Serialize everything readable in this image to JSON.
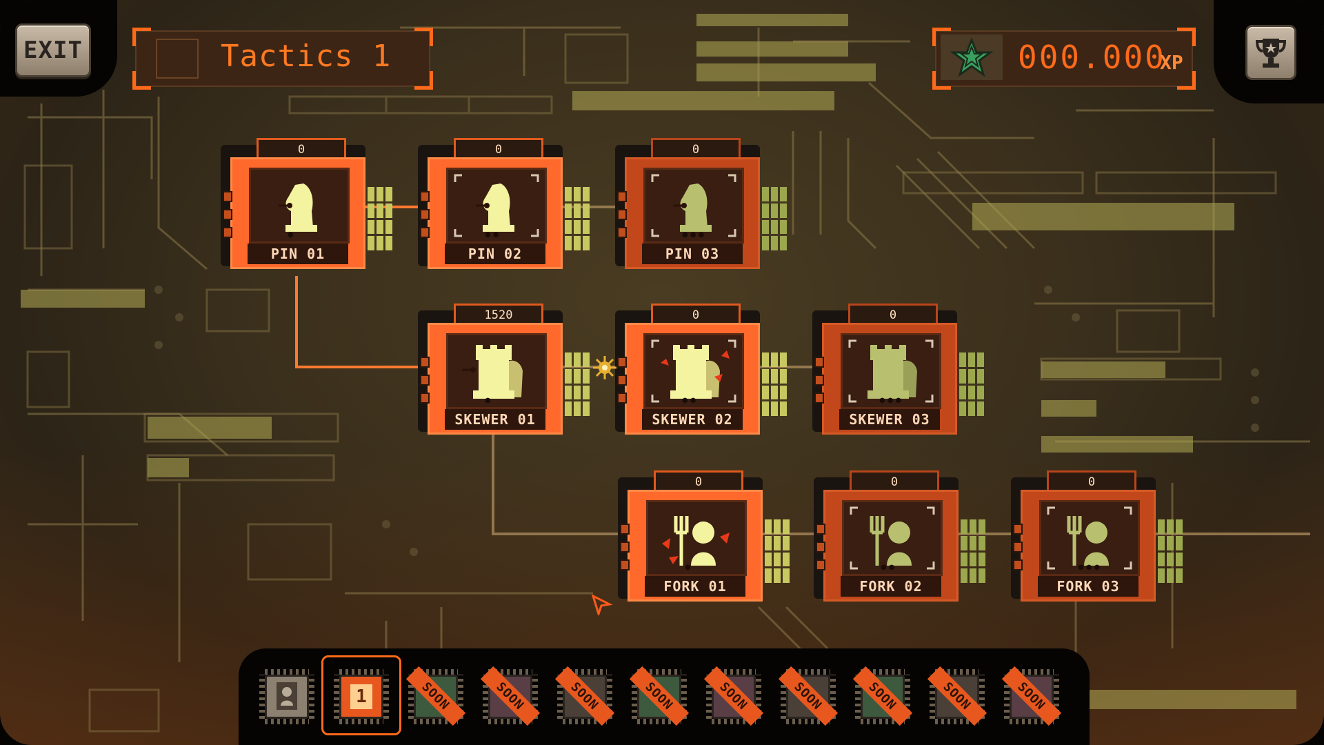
{
  "header": {
    "exit_label": "EXIT",
    "title": "Tactics 1",
    "xp_value": "000.000",
    "xp_unit": "XP",
    "star_icon": "star-icon",
    "trophy_icon": "trophy-icon"
  },
  "colors": {
    "accent": "#ff6a1a",
    "card": "#ff6a2c",
    "card_dim": "#c2481c",
    "grid": "#c8c860",
    "board": "#3a2f1c"
  },
  "lessons": [
    {
      "name": "PIN 01",
      "score": "0",
      "piece": "knight-icon",
      "state": "unlocked"
    },
    {
      "name": "PIN 02",
      "score": "0",
      "piece": "knight-icon",
      "state": "unlocked"
    },
    {
      "name": "PIN 03",
      "score": "0",
      "piece": "knight-icon",
      "state": "locked"
    },
    {
      "name": "SKEWER 01",
      "score": "1520",
      "piece": "rook-icon",
      "state": "completed"
    },
    {
      "name": "SKEWER 02",
      "score": "0",
      "piece": "rook-icon",
      "state": "active"
    },
    {
      "name": "SKEWER 03",
      "score": "0",
      "piece": "rook-icon",
      "state": "locked"
    },
    {
      "name": "FORK 01",
      "score": "0",
      "piece": "fork-icon",
      "state": "active"
    },
    {
      "name": "FORK 02",
      "score": "0",
      "piece": "fork-icon",
      "state": "locked"
    },
    {
      "name": "FORK 03",
      "score": "0",
      "piece": "fork-icon",
      "state": "locked"
    }
  ],
  "chapters": [
    {
      "label": "",
      "state": "tutorial",
      "icon": "pawn-icon"
    },
    {
      "label": "1",
      "state": "selected"
    },
    {
      "label": "SOON",
      "state": "soon"
    },
    {
      "label": "SOON",
      "state": "soon"
    },
    {
      "label": "SOON",
      "state": "soon"
    },
    {
      "label": "SOON",
      "state": "soon"
    },
    {
      "label": "SOON",
      "state": "soon"
    },
    {
      "label": "SOON",
      "state": "soon"
    },
    {
      "label": "SOON",
      "state": "soon"
    },
    {
      "label": "SOON",
      "state": "soon"
    },
    {
      "label": "SOON",
      "state": "soon"
    }
  ]
}
